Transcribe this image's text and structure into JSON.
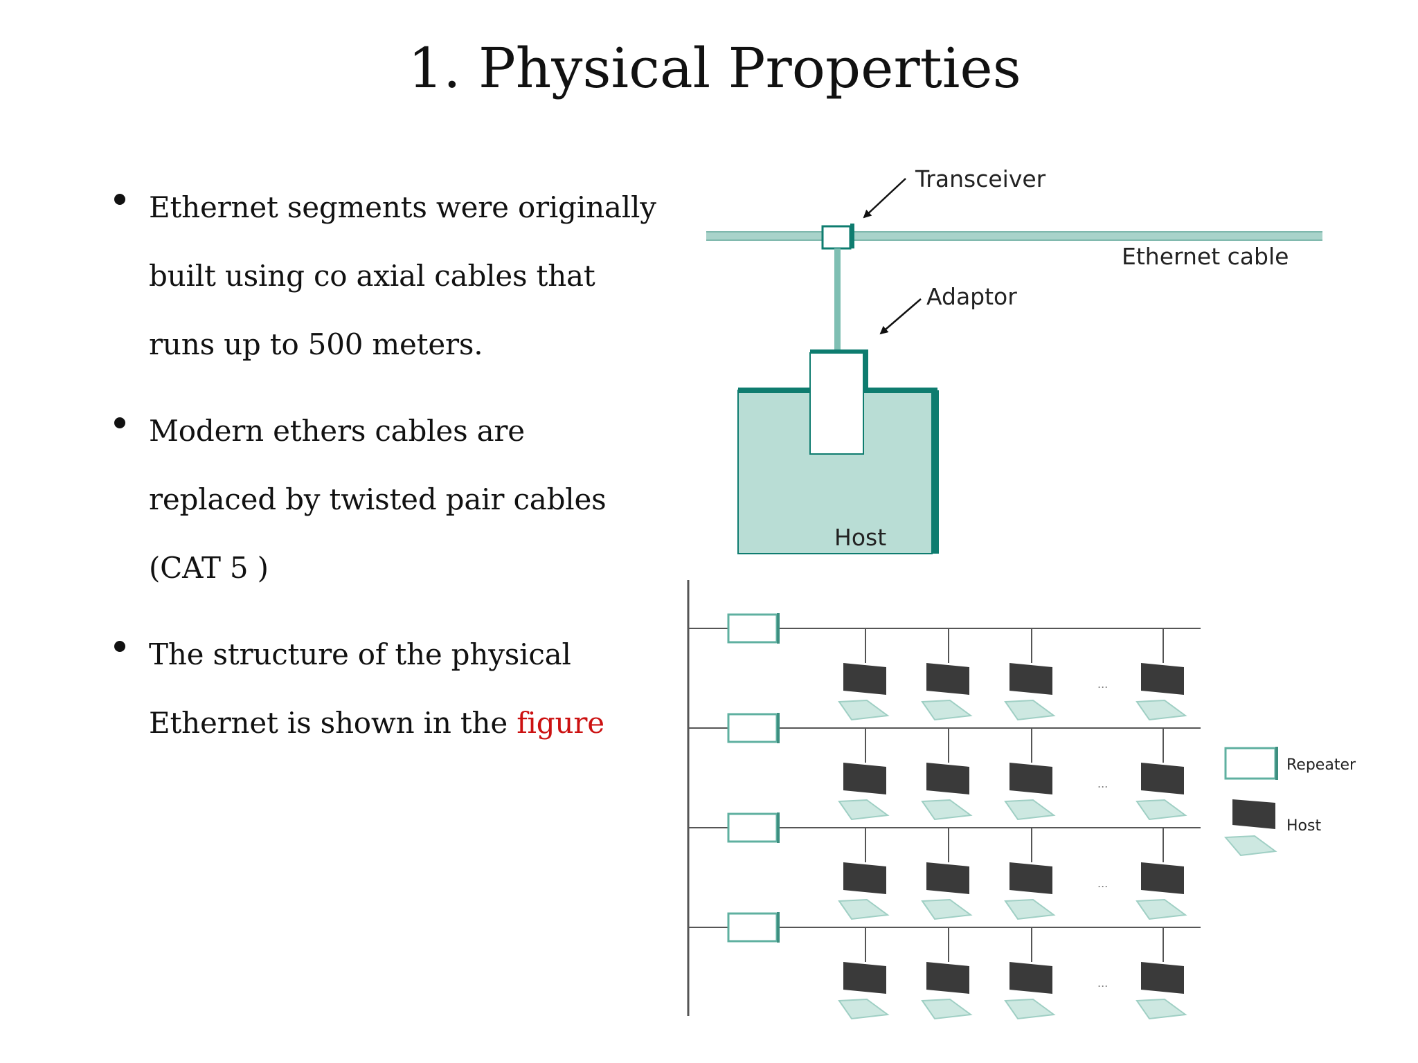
{
  "slide": {
    "title": "1. Physical Properties",
    "bullets": [
      {
        "text": "Ethernet segments were originally built using co axial cables that runs up to 500 meters."
      },
      {
        "text": "Modern ethers cables are replaced by twisted pair cables (CAT 5 )"
      },
      {
        "text_before": "The structure of the physical Ethernet is shown in the ",
        "highlight": "figure"
      }
    ]
  },
  "figure_top": {
    "transceiver_label": "Transceiver",
    "cable_label": "Ethernet cable",
    "adaptor_label": "Adaptor",
    "host_label": "Host"
  },
  "figure_bottom": {
    "ellipsis": "...",
    "legend": {
      "repeater_label": "Repeater",
      "host_label": "Host"
    },
    "rows": 4,
    "hosts_per_row": 4
  },
  "colors": {
    "teal_dark": "#0e7c6f",
    "teal_light": "#b8dcd4",
    "cable": "#a9d3ca",
    "accent_red": "#cc1111"
  }
}
